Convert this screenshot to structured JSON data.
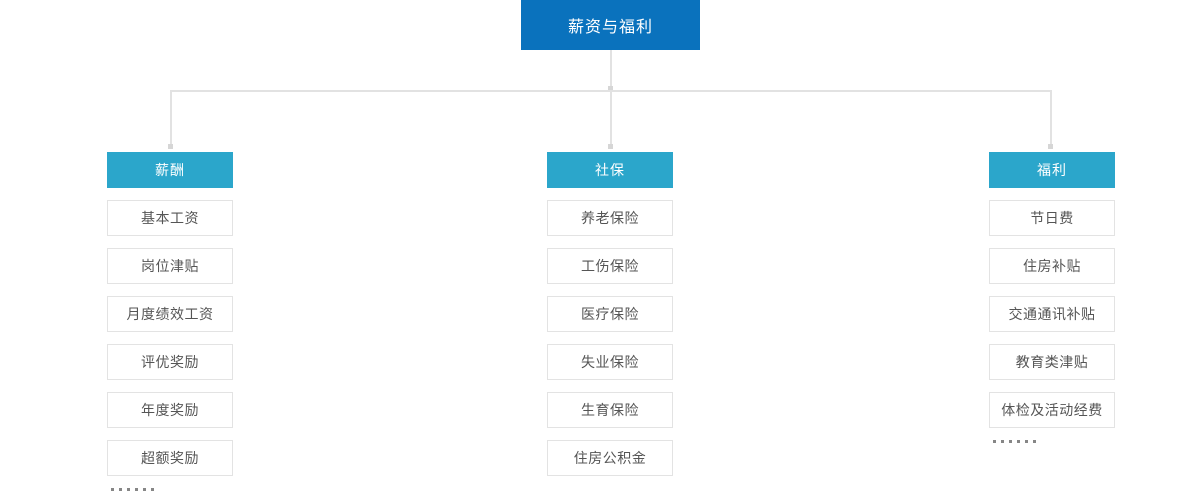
{
  "diagram": {
    "root": {
      "label": "薪资与福利",
      "color": "#0a72bd"
    },
    "branch_color": "#2ba6cb",
    "connector_color": "#e2e2e2",
    "item_border_color": "#e3e3e3",
    "item_text_color": "#555555",
    "columns": [
      {
        "header": "薪酬",
        "items": [
          "基本工资",
          "岗位津贴",
          "月度绩效工资",
          "评优奖励",
          "年度奖励",
          "超额奖励"
        ],
        "has_ellipsis": true,
        "ellipsis_dots": 6
      },
      {
        "header": "社保",
        "items": [
          "养老保险",
          "工伤保险",
          "医疗保险",
          "失业保险",
          "生育保险",
          "住房公积金"
        ],
        "has_ellipsis": false,
        "ellipsis_dots": 0
      },
      {
        "header": "福利",
        "items": [
          "节日费",
          "住房补贴",
          "交通通讯补贴",
          "教育类津贴",
          "体检及活动经费"
        ],
        "has_ellipsis": true,
        "ellipsis_dots": 6
      }
    ]
  }
}
